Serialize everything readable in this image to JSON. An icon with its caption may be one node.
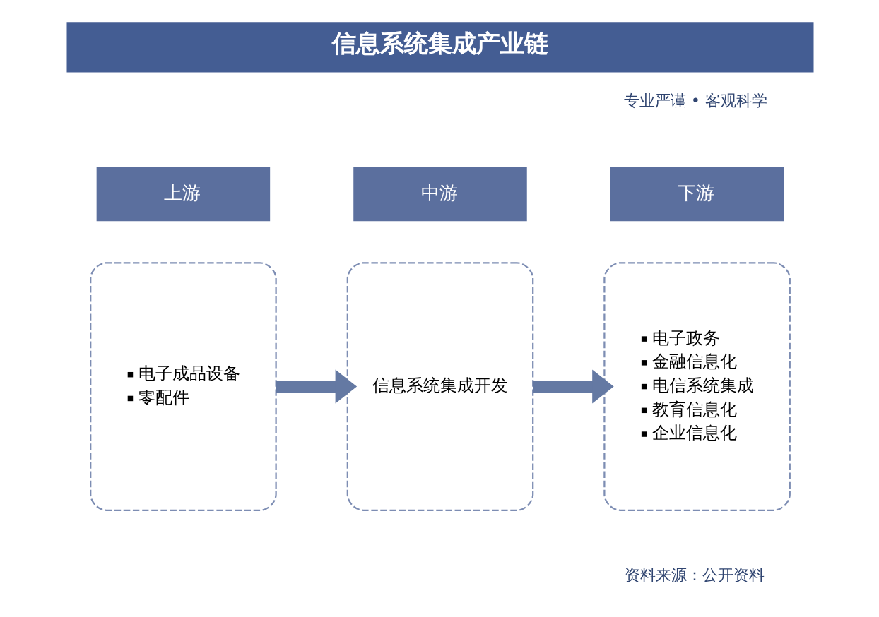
{
  "diagram": {
    "title": "信息系统集成产业链",
    "nodes": [
      {
        "text": [
          "上游"
        ]
      },
      {
        "text": [
          "电子成品设备",
          "零配件"
        ]
      },
      {
        "text": [
          "中游"
        ]
      },
      {
        "text": [
          "信息系统集成开发"
        ]
      },
      {
        "text": [
          "下游"
        ]
      },
      {
        "text": [
          "电子政务",
          "金融信息化",
          "电信系统集成",
          "教育信息化",
          "企业信息化"
        ]
      }
    ],
    "edges": [
      {
        "from": 1,
        "to": 3,
        "arrow": "to"
      },
      {
        "from": 3,
        "to": 5,
        "arrow": "to"
      }
    ],
    "labels": [
      "专业严谨 • 客观科学",
      "资料来源：公开资料"
    ]
  }
}
